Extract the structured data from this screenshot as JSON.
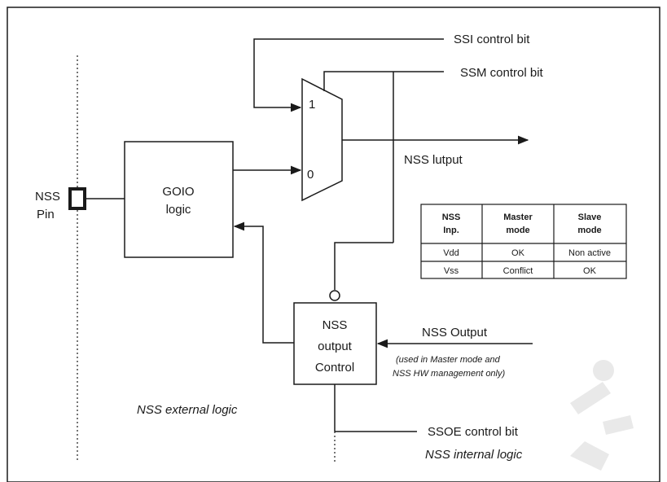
{
  "signals": {
    "ssi_control": "SSI control bit",
    "ssm_control": "SSM control bit",
    "nss_output_mux": "NSS lutput",
    "nss_output_in": "NSS Output",
    "nss_output_note_1": "(used in Master mode and",
    "nss_output_note_2": "NSS HW management only)",
    "ssoe_control": "SSOE control bit"
  },
  "pin": {
    "line1": "NSS",
    "line2": "Pin"
  },
  "gpio_block": {
    "line1": "GOIO",
    "line2": "logic"
  },
  "mux": {
    "input1": "1",
    "input0": "0"
  },
  "control_block": {
    "line1": "NSS",
    "line2": "output",
    "line3": "Control"
  },
  "regions": {
    "external": "NSS external logic",
    "internal": "NSS internal logic"
  },
  "table": {
    "headers": [
      [
        "NSS",
        "Inp."
      ],
      [
        "Master",
        "mode"
      ],
      [
        "Slave",
        "mode"
      ]
    ],
    "rows": [
      [
        "Vdd",
        "OK",
        "Non active"
      ],
      [
        "Vss",
        "Conflict",
        "OK"
      ]
    ]
  }
}
